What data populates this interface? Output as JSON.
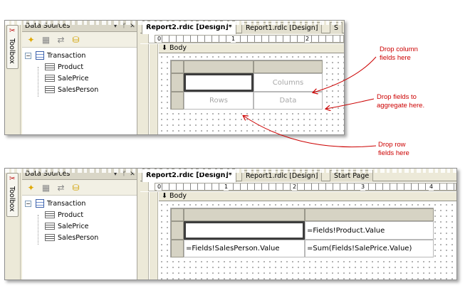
{
  "panels": [
    {
      "toolbox_label": "Toolbox",
      "data_sources": {
        "title": "Data Sources",
        "title_controls": [
          "▾",
          "ᛘ",
          "✕"
        ],
        "tree": {
          "root": "Transaction",
          "fields": [
            "Product",
            "SalePrice",
            "SalesPerson"
          ]
        }
      },
      "tabs": [
        "Report2.rdlc [Design]*",
        "Report1.rdlc [Design]",
        "S"
      ],
      "ruler_numbers": [
        "0",
        "1",
        "2"
      ],
      "section": "Body",
      "matrix": {
        "corner": "",
        "columns": "Columns",
        "rows": "Rows",
        "data": "Data"
      }
    },
    {
      "toolbox_label": "Toolbox",
      "data_sources": {
        "title": "Data Sources",
        "title_controls": [
          "▾",
          "ᛘ",
          "✕"
        ],
        "tree": {
          "root": "Transaction",
          "fields": [
            "Product",
            "SalePrice",
            "SalesPerson"
          ]
        }
      },
      "tabs": [
        "Report2.rdlc [Design]*",
        "Report1.rdlc [Design]",
        "Start Page"
      ],
      "ruler_numbers": [
        "0",
        "1",
        "2",
        "3",
        "4"
      ],
      "section": "Body",
      "matrix": {
        "corner": "",
        "columns": "=Fields!Product.Value",
        "rows": "=Fields!SalesPerson.Value",
        "data": "=Sum(Fields!SalePrice.Value)"
      }
    }
  ],
  "annotations": {
    "columns": "Drop column\nfields here",
    "data": "Drop fields to\naggregate here.",
    "rows": "Drop row\nfields here"
  },
  "colors": {
    "annotation": "#cc0000",
    "chrome": "#ece9d8"
  },
  "icons": [
    "toolbox-icon",
    "add-datasource-icon",
    "edit-datasource-icon",
    "remove-datasource-icon",
    "refresh-datasource-icon",
    "table-icon",
    "field-icon",
    "body-arrow-icon"
  ]
}
